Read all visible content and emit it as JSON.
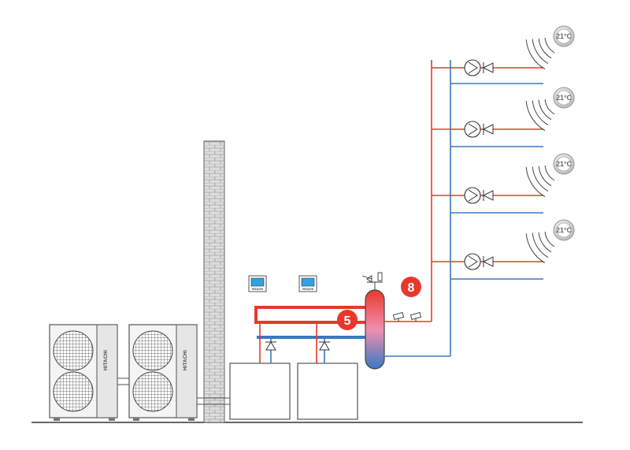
{
  "colors": {
    "supply": "#e8382c",
    "return": "#3a78c3",
    "badge": "#e8382c",
    "brick": "#cfcfcf",
    "outline": "#555555"
  },
  "outdoor_units": [
    {
      "brand": "HITACHI"
    },
    {
      "brand": "HITACHI"
    }
  ],
  "controllers": [
    {
      "brand": "HITACHI"
    },
    {
      "brand": "HITACHI"
    }
  ],
  "badges": [
    {
      "label": "5"
    },
    {
      "label": "8"
    }
  ],
  "thermostats": [
    {
      "reading": "21°C"
    },
    {
      "reading": "21°C"
    },
    {
      "reading": "21°C"
    },
    {
      "reading": "21°C"
    }
  ],
  "icons": {
    "pump": "circulation-pump-icon",
    "valve": "check-valve-icon",
    "signal": "wireless-signal-icon"
  }
}
